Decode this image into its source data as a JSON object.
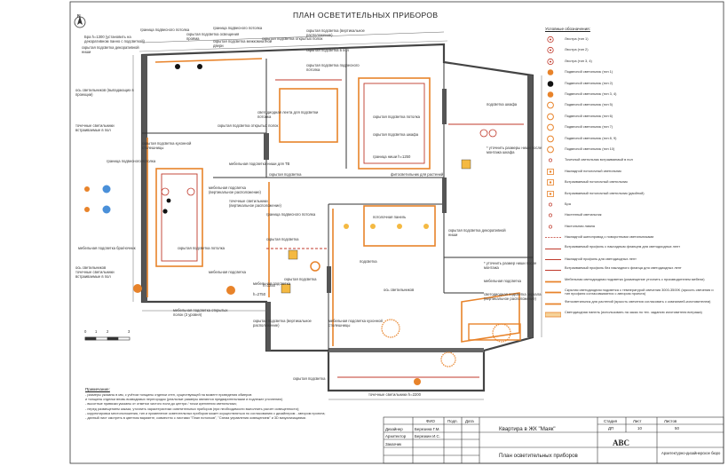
{
  "title": "ПЛАН ОСВЕТИТЕЛЬНЫХ ПРИБОРОВ",
  "north_symbol": "N",
  "scale_bar": {
    "ticks": [
      "0",
      "1",
      "2",
      "3"
    ]
  },
  "colors": {
    "orange": "#e8832a",
    "red": "#c0392b",
    "brown": "#8b4513",
    "line": "#333333"
  },
  "plan_labels": [
    "Бра h=1300 (установить на декоративном панно с подсветкой)",
    "граница подвесного потолка",
    "скрытая подсветка освещения проёма",
    "граница подвесного потолка",
    "скрытая подсветка межкомнатной двери",
    "скрытая подсветка открытых полок",
    "скрытая подсветка (вертикальное расположение)",
    "скрытая подсветка декоративной ниши",
    "скрытая подсветка в пол",
    "скрытая подсветка подвесного потолка",
    "ось светильников (выпадающих в проекции)",
    "светодиодная лента для подсветки потолка",
    "скрытая подсветка потолка",
    "подсветка шкафа",
    "точечные светильники встраиваемые в пол",
    "скрытая подсветка открытых полок",
    "скрытая подсветка кухонной столешницы",
    "скрытая подсветка шкафа",
    "граница подвесного потолка",
    "мебельная подсветка ниши для ТВ",
    "граница ниши h=1250",
    "* уточнить размеры ниши после монтажа шкафа",
    "скрытая подсветка",
    "мебельная подсветка (вертикальное расположение)",
    "фитосветильник для растений",
    "точечные светильники (вертикальное расположение)",
    "граница подвесного потолка",
    "потолочная панель",
    "скрытая подсветка декоративной ниши",
    "скрытая подсветка",
    "мебельная подсветка бра/ночник",
    "скрытая подсветка потолка",
    "подсветка",
    "* уточнить размер ниши после монтажа",
    "мебельная подсветка",
    "ось светильников",
    "точечные светильники встраиваемые в пол",
    "мебельная подсветка",
    "скрытая подсветка",
    "h=2750",
    "h=1250",
    "скрытая подсветка (вертикальное расположение)",
    "ось светильников",
    "мебельная подсветка открытых полок (3 уровня)",
    "мебельная подсветка кухонной столешницы",
    "светодиодная подсветка зеркала (вертикальное расположение)",
    "мебельная подсветка",
    "точечные светильники h=2200",
    "скрытая подсветка"
  ],
  "legend": {
    "heading": "Условные обозначения:",
    "items": [
      {
        "text": "Люстра (тип 1)",
        "sym": "ring-red"
      },
      {
        "text": "Люстра (тип 2)",
        "sym": "ring-red"
      },
      {
        "text": "Люстра (тип 3, 4)",
        "sym": "ring-red"
      },
      {
        "text": "Подвесной светильник (тип 1)",
        "sym": "dot-orange"
      },
      {
        "text": "Подвесной светильник (тип 2)",
        "sym": "dot-black"
      },
      {
        "text": "Подвесной светильник (тип 3, 4)",
        "sym": "dot-orange"
      },
      {
        "text": "Подвесной светильник (тип 5)",
        "sym": "ring-orange"
      },
      {
        "text": "Подвесной светильник (тип 6)",
        "sym": "ring-orange"
      },
      {
        "text": "Подвесной светильник (тип 7)",
        "sym": "ring-orange"
      },
      {
        "text": "Подвесной светильник (тип 8, 9)",
        "sym": "ring-orange"
      },
      {
        "text": "Подвесной светильник (тип 10)",
        "sym": "ring-orange"
      },
      {
        "text": "Точечный светильник встраиваемый в пол",
        "sym": "dot-small"
      },
      {
        "text": "Накладной потолочный светильник",
        "sym": "square-orange"
      },
      {
        "text": "Встраиваемый потолочный светильник",
        "sym": "square-orange"
      },
      {
        "text": "Встраиваемый потолочный светильник (двойной)",
        "sym": "square-orange"
      },
      {
        "text": "Бра",
        "sym": "dot-small"
      },
      {
        "text": "Настенный светильник",
        "sym": "dot-small"
      },
      {
        "text": "Настольная лампа",
        "sym": "dot-small"
      },
      {
        "text": "Накладной шинопровод с поворотными светильниками",
        "sym": "line-dashed"
      },
      {
        "text": "Встраиваемый профиль с накладным фланцем для светодиодных лент",
        "sym": "line-red"
      },
      {
        "text": "Накладной профиль для светодиодных лент",
        "sym": "line-red"
      },
      {
        "text": "Встраиваемый профиль без накладного фланца для светодиодных лент",
        "sym": "line-red"
      },
      {
        "text": "Мебельная светодиодная подсветка (размещение уточнить с производителем мебели)",
        "sym": "line-orange"
      },
      {
        "text": "Скрытая светодиодная подсветка с температурой свечения 3000-3500K (яркость свечения и тип профиля согласовывается с автором проекта)",
        "sym": "line-orange"
      },
      {
        "text": "Фитосветильник для растений (яркость свечения согласовать с компанией-изготовителем)",
        "sym": "line-orange"
      },
      {
        "text": "Светодиодная панель (использовать на заказ по тех. заданию изготовителя витража)",
        "sym": "panel"
      }
    ]
  },
  "notes": {
    "heading": "Примечание:",
    "lines": [
      "- размеры указаны в мм, с учётом толщины отделки стен, существующей на момент проведения обмеров",
      "  и толщины отделки вновь возводимых перегородок (реальные размеры являются предварительными и подлежат уточнению)",
      "- высотные привязки указаны от отметки чистого пола до центра / точки крепления светильника;",
      "- перед размещением заказа, уточнить характеристики осветительных приборов (при необходимости выполнить расчет освещенности);",
      "- корректировка местоположения, тип и применение осветительных приборов может осуществляться по согласованию с дизайнером - автором проекта;",
      "- данный лист смотреть в цветном варианте, совместно с листами \"План потолков\", \"Схема управления освещением\" и 3D визуализациями."
    ]
  },
  "stamp": {
    "col_fio": "ФИО",
    "col_sign": "Подп.",
    "col_date": "Дата",
    "rows": [
      {
        "role": "Дизайнер",
        "name": "Березина Г.М."
      },
      {
        "role": "Архитектор",
        "name": "Березкин И.С."
      },
      {
        "role": "Заказчик",
        "name": ""
      }
    ],
    "project": "Квартира в ЖК \"Маяк\"",
    "sheet_title": "План осветительных приборов",
    "stage_label": "Стадия",
    "sheet_label": "Лист",
    "sheets_label": "Листов",
    "stage": "ДП",
    "sheet": "10",
    "sheets": "50",
    "logo": "ABC",
    "company": "Архитектурно-дизайнерское бюро"
  }
}
